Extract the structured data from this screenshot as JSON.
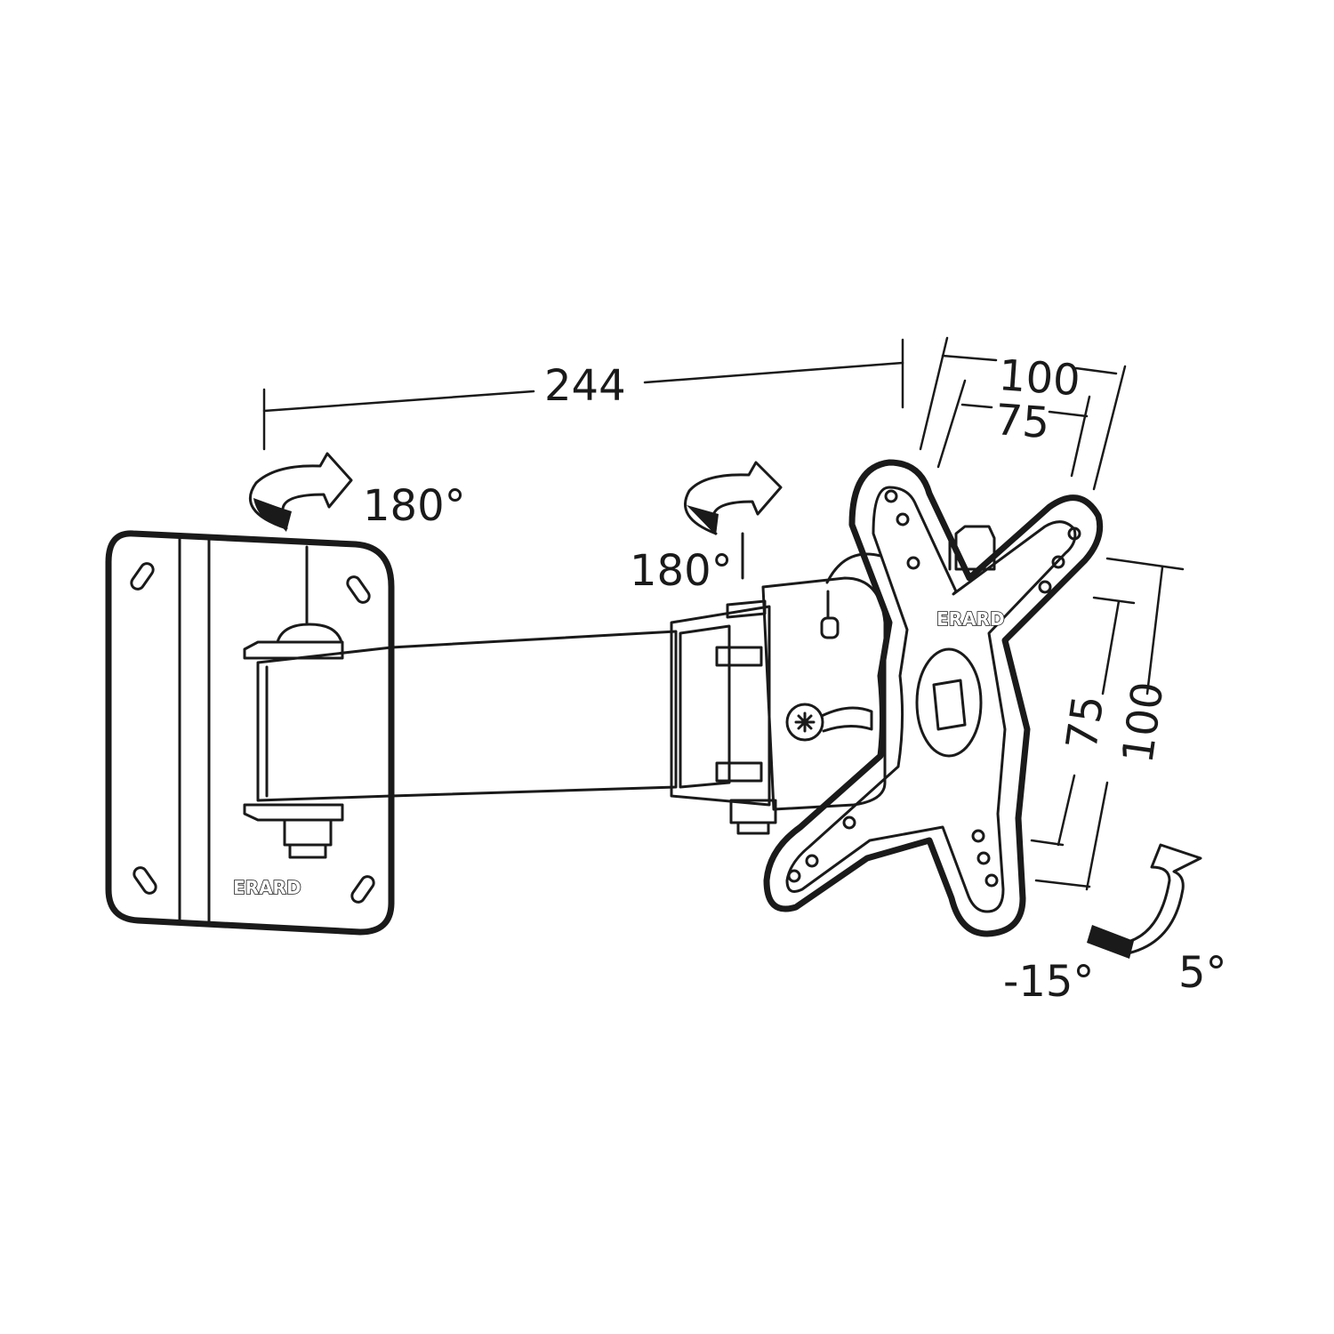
{
  "dimensions": {
    "arm_length": "244",
    "vesa_h_outer": "100",
    "vesa_h_inner": "75",
    "vesa_v_inner": "75",
    "vesa_v_outer": "100"
  },
  "rotations": {
    "wall_swivel": "180°",
    "head_swivel": "180°",
    "tilt_down": "-15°",
    "tilt_up": "5°"
  },
  "branding": {
    "wall_plate_logo": "ERARD",
    "vesa_plate_logo": "ERARD"
  }
}
